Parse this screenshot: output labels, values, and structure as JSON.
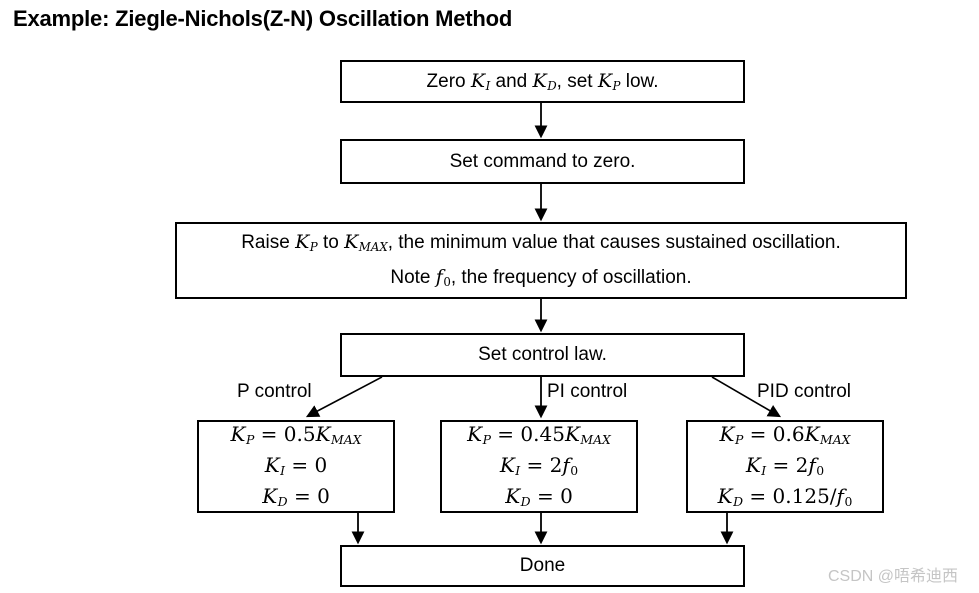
{
  "title": "Example: Ziegle-Nichols(Z-N) Oscillation Method",
  "flow": {
    "step1": {
      "segments": [
        {
          "t": "Zero "
        },
        {
          "t": "K",
          "v": 1
        },
        {
          "t": "I",
          "v": 1,
          "s": 1
        },
        {
          "t": " and "
        },
        {
          "t": "K",
          "v": 1
        },
        {
          "t": "D",
          "v": 1,
          "s": 1
        },
        {
          "t": ", set "
        },
        {
          "t": "K",
          "v": 1
        },
        {
          "t": "P",
          "v": 1,
          "s": 1
        },
        {
          "t": " low."
        }
      ]
    },
    "step2": {
      "label": "Set command to zero."
    },
    "step3": {
      "line1": [
        {
          "t": "Raise "
        },
        {
          "t": "K",
          "v": 1
        },
        {
          "t": "P",
          "v": 1,
          "s": 1
        },
        {
          "t": " to "
        },
        {
          "t": "K",
          "v": 1
        },
        {
          "t": "MAX",
          "v": 1,
          "s": 1
        },
        {
          "t": ", the minimum value that causes sustained oscillation."
        }
      ],
      "line2": [
        {
          "t": "Note "
        },
        {
          "t": "f",
          "v": 1
        },
        {
          "t": "0",
          "m": 1,
          "s": 1
        },
        {
          "t": ", the frequency of oscillation."
        }
      ]
    },
    "step4": {
      "label": "Set control law."
    },
    "branches": [
      {
        "label": "P control"
      },
      {
        "label": "PI control"
      },
      {
        "label": "PID control"
      }
    ],
    "p_box": {
      "lines": [
        [
          {
            "t": "K",
            "v": 1
          },
          {
            "t": "P",
            "v": 1,
            "s": 1
          },
          {
            "t": " = 0.5",
            "m": 1
          },
          {
            "t": "K",
            "v": 1
          },
          {
            "t": "MAX",
            "v": 1,
            "s": 1
          }
        ],
        [
          {
            "t": "K",
            "v": 1
          },
          {
            "t": "I",
            "v": 1,
            "s": 1
          },
          {
            "t": " = 0",
            "m": 1
          }
        ],
        [
          {
            "t": "K",
            "v": 1
          },
          {
            "t": "D",
            "v": 1,
            "s": 1
          },
          {
            "t": " = 0",
            "m": 1
          }
        ]
      ]
    },
    "pi_box": {
      "lines": [
        [
          {
            "t": "K",
            "v": 1
          },
          {
            "t": "P",
            "v": 1,
            "s": 1
          },
          {
            "t": " = 0.45",
            "m": 1
          },
          {
            "t": "K",
            "v": 1
          },
          {
            "t": "MAX",
            "v": 1,
            "s": 1
          }
        ],
        [
          {
            "t": "K",
            "v": 1
          },
          {
            "t": "I",
            "v": 1,
            "s": 1
          },
          {
            "t": " = 2",
            "m": 1
          },
          {
            "t": "f",
            "v": 1
          },
          {
            "t": "0",
            "m": 1,
            "s": 1
          }
        ],
        [
          {
            "t": "K",
            "v": 1
          },
          {
            "t": "D",
            "v": 1,
            "s": 1
          },
          {
            "t": " = 0",
            "m": 1
          }
        ]
      ]
    },
    "pid_box": {
      "lines": [
        [
          {
            "t": "K",
            "v": 1
          },
          {
            "t": "P",
            "v": 1,
            "s": 1
          },
          {
            "t": " = 0.6",
            "m": 1
          },
          {
            "t": "K",
            "v": 1
          },
          {
            "t": "MAX",
            "v": 1,
            "s": 1
          }
        ],
        [
          {
            "t": "K",
            "v": 1
          },
          {
            "t": "I",
            "v": 1,
            "s": 1
          },
          {
            "t": " = 2",
            "m": 1
          },
          {
            "t": "f",
            "v": 1
          },
          {
            "t": "0",
            "m": 1,
            "s": 1
          }
        ],
        [
          {
            "t": "K",
            "v": 1
          },
          {
            "t": "D",
            "v": 1,
            "s": 1
          },
          {
            "t": " = 0.125/",
            "m": 1
          },
          {
            "t": "f",
            "v": 1
          },
          {
            "t": "0",
            "m": 1,
            "s": 1
          }
        ]
      ]
    },
    "done": {
      "label": "Done"
    }
  },
  "watermark": {
    "text": "CSDN @唔希迪西",
    "color": "#c5c5c5"
  },
  "colors": {
    "background": "#ffffff",
    "line": "#000000",
    "box_border": "#000000",
    "watermark": "#c5c5c5"
  }
}
